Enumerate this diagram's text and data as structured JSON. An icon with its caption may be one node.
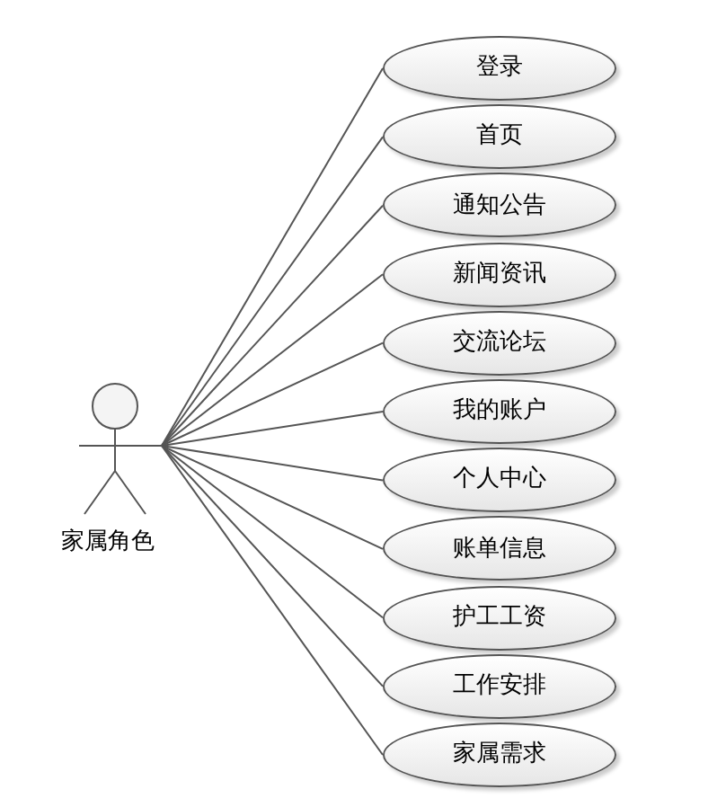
{
  "diagram": {
    "nodes": [
      {
        "text": [
          "家属角色"
        ]
      },
      {
        "text": [
          "登录"
        ]
      },
      {
        "text": [
          "首页"
        ]
      },
      {
        "text": [
          "通知公告"
        ]
      },
      {
        "text": [
          "新闻资讯"
        ]
      },
      {
        "text": [
          "交流论坛"
        ]
      },
      {
        "text": [
          "我的账户"
        ]
      },
      {
        "text": [
          "个人中心"
        ]
      },
      {
        "text": [
          "账单信息"
        ]
      },
      {
        "text": [
          "护工工资"
        ]
      },
      {
        "text": [
          "工作安排"
        ]
      },
      {
        "text": [
          "家属需求"
        ]
      }
    ],
    "edges": [
      {
        "from": 0,
        "to": 1,
        "arrow": "none"
      },
      {
        "from": 0,
        "to": 2,
        "arrow": "none"
      },
      {
        "from": 0,
        "to": 3,
        "arrow": "none"
      },
      {
        "from": 0,
        "to": 4,
        "arrow": "none"
      },
      {
        "from": 0,
        "to": 5,
        "arrow": "none"
      },
      {
        "from": 0,
        "to": 6,
        "arrow": "none"
      },
      {
        "from": 0,
        "to": 7,
        "arrow": "none"
      },
      {
        "from": 0,
        "to": 8,
        "arrow": "none"
      },
      {
        "from": 0,
        "to": 9,
        "arrow": "none"
      },
      {
        "from": 0,
        "to": 10,
        "arrow": "none"
      },
      {
        "from": 0,
        "to": 11,
        "arrow": "none"
      }
    ]
  }
}
